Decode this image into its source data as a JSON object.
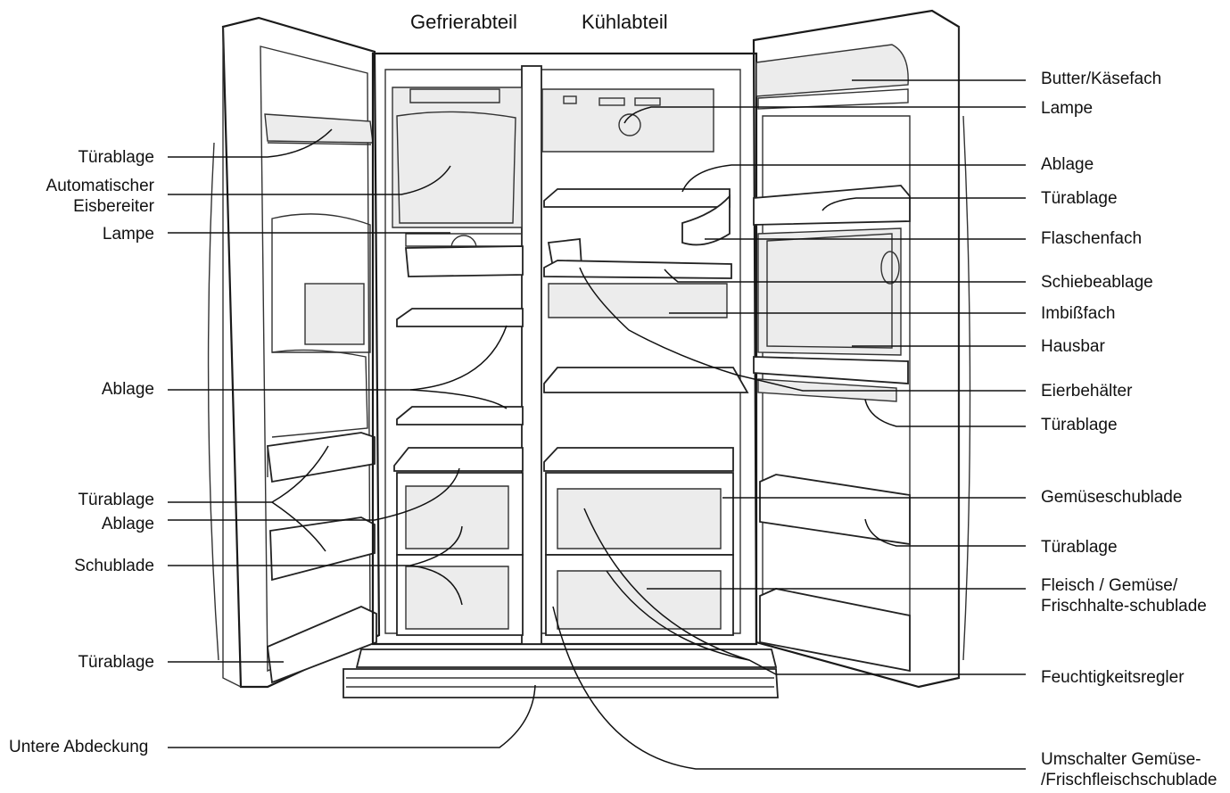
{
  "headers": {
    "freezer": "Gefrierabteil",
    "fridge": "Kühlabteil"
  },
  "left_labels": [
    {
      "id": "door-shelf-1",
      "text": "Türablage"
    },
    {
      "id": "ice-maker",
      "text": "Automatischer\nEisbereiter"
    },
    {
      "id": "lamp-left",
      "text": "Lampe"
    },
    {
      "id": "shelf-left",
      "text": "Ablage"
    },
    {
      "id": "door-shelf-2",
      "text": "Türablage"
    },
    {
      "id": "shelf-left-2",
      "text": "Ablage"
    },
    {
      "id": "drawer",
      "text": "Schublade"
    },
    {
      "id": "door-shelf-3",
      "text": "Türablage"
    },
    {
      "id": "bottom-cover",
      "text": "Untere Abdeckung"
    }
  ],
  "right_labels": [
    {
      "id": "butter-cheese",
      "text": "Butter/Käsefach"
    },
    {
      "id": "lamp-right",
      "text": "Lampe"
    },
    {
      "id": "shelf-right",
      "text": "Ablage"
    },
    {
      "id": "door-shelf-r1",
      "text": "Türablage"
    },
    {
      "id": "bottle-rack",
      "text": "Flaschenfach"
    },
    {
      "id": "sliding-shelf",
      "text": "Schiebeablage"
    },
    {
      "id": "snack-drawer",
      "text": "Imbißfach"
    },
    {
      "id": "home-bar",
      "text": "Hausbar"
    },
    {
      "id": "egg-box",
      "text": "Eierbehälter"
    },
    {
      "id": "door-shelf-r2",
      "text": "Türablage"
    },
    {
      "id": "vegetable-drawer",
      "text": "Gemüseschublade"
    },
    {
      "id": "door-shelf-r3",
      "text": "Türablage"
    },
    {
      "id": "meat-veg-drawer",
      "text": "Fleisch / Gemüse/\nFrischhalte-schublade"
    },
    {
      "id": "humidity-control",
      "text": "Feuchtigkeitsregler"
    },
    {
      "id": "drawer-switch",
      "text": "Umschalter Gemüse-\n/Frischfleischschublade"
    }
  ]
}
